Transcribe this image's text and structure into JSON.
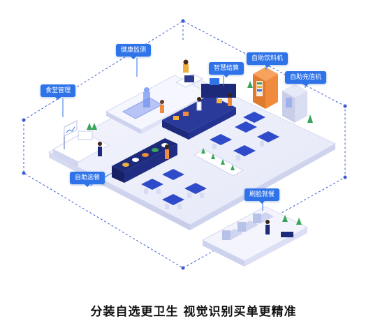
{
  "labels": {
    "canteen_management": "食堂管理",
    "health_monitoring": "健康监测",
    "smart_checkout": "智慧结算",
    "self_service_drinks": "自助饮料机",
    "self_service_recharge": "自助充值机",
    "self_service_meal_selection": "自助选餐",
    "face_scan_dining": "刷脸就餐"
  },
  "caption": "分装自选更卫生 视觉识别买单更精准",
  "colors": {
    "accent_blue": "#2f73e8",
    "dark_navy": "#1d2a7a",
    "floor": "#eef0fb",
    "orange_machine": "#f08a3c",
    "plant_green": "#3aa55a"
  }
}
